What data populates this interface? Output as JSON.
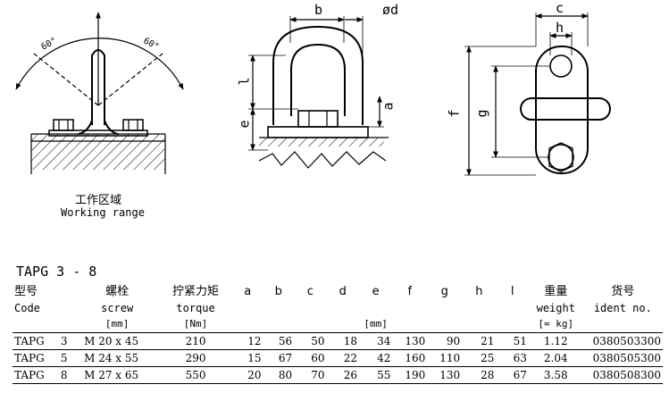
{
  "diagram": {
    "working_range_cn": "工作区域",
    "working_range_en": "Working range",
    "angle_left": "60°",
    "angle_right": "60°",
    "dim_b": "b",
    "dim_d": "ød",
    "dim_l": "l",
    "dim_e": "e",
    "dim_a": "a",
    "dim_c": "c",
    "dim_h": "h",
    "dim_g": "g",
    "dim_f": "f"
  },
  "product_title": "TAPG 3 - 8",
  "table": {
    "header_cn": [
      "型号",
      "螺栓",
      "拧紧力矩",
      "a",
      "b",
      "c",
      "d",
      "e",
      "f",
      "g",
      "h",
      "l",
      "重量",
      "货号"
    ],
    "header_en": [
      "Code",
      "screw",
      "torque",
      "weight",
      "ident no."
    ],
    "units": {
      "screw": "[mm]",
      "torque": "[Nm]",
      "dims": "[mm]",
      "weight": "[≈ kg]"
    },
    "rows": [
      {
        "code": "TAPG",
        "size": "3",
        "screw": "M 20 x 45",
        "torque": "210",
        "a": "12",
        "b": "56",
        "c": "50",
        "d": "18",
        "e": "34",
        "f": "130",
        "g": "90",
        "h": "21",
        "l": "51",
        "weight": "1.12",
        "ident": "0380503300"
      },
      {
        "code": "TAPG",
        "size": "5",
        "screw": "M 24 x 55",
        "torque": "290",
        "a": "15",
        "b": "67",
        "c": "60",
        "d": "22",
        "e": "42",
        "f": "160",
        "g": "110",
        "h": "25",
        "l": "63",
        "weight": "2.04",
        "ident": "0380505300"
      },
      {
        "code": "TAPG",
        "size": "8",
        "screw": "M 27 x 65",
        "torque": "550",
        "a": "20",
        "b": "80",
        "c": "70",
        "d": "26",
        "e": "55",
        "f": "190",
        "g": "130",
        "h": "28",
        "l": "67",
        "weight": "3.58",
        "ident": "0380508300"
      }
    ]
  }
}
